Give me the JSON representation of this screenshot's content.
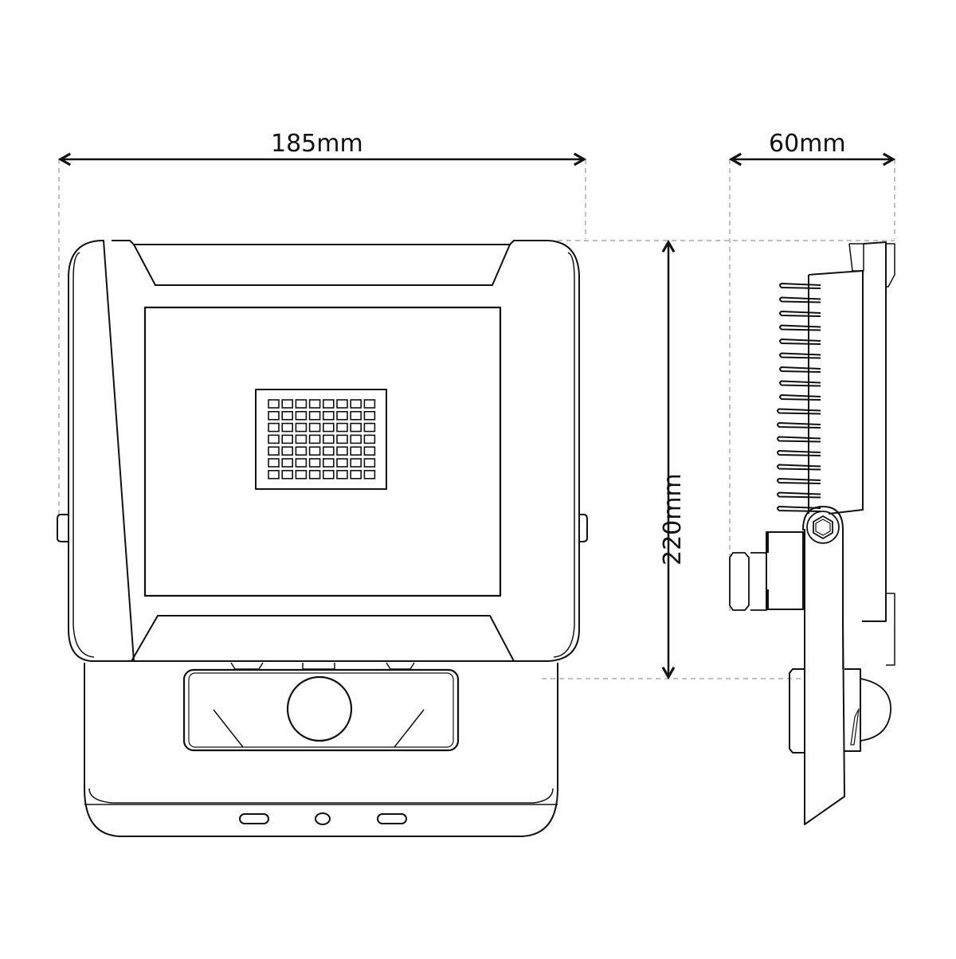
{
  "diagram": {
    "subject": "LED floodlight with PIR motion sensor - dimension drawing",
    "views": [
      {
        "name": "front-view",
        "label": ""
      },
      {
        "name": "side-view",
        "label": ""
      }
    ],
    "dimensions": {
      "width": {
        "value": 185,
        "unit": "mm",
        "label": "185mm",
        "orientation": "horizontal",
        "applies_to": "front-view"
      },
      "depth": {
        "value": 60,
        "unit": "mm",
        "label": "60mm",
        "orientation": "horizontal",
        "applies_to": "side-view"
      },
      "height": {
        "value": 220,
        "unit": "mm",
        "label": "220mm",
        "orientation": "vertical",
        "applies_to": "both"
      }
    },
    "led_array": {
      "rows": 7,
      "columns": 8,
      "count": 56
    },
    "components": {
      "front": [
        "housing",
        "top-bezel",
        "lens-window",
        "led-chip-array",
        "bottom-bezel",
        "side-lugs",
        "pir-sensor-housing",
        "pir-lens",
        "base-slots"
      ],
      "side": [
        "heatsink-fins",
        "front-frame",
        "mounting-bracket",
        "hex-bolt",
        "cable-gland",
        "pir-dome"
      ]
    },
    "colors": {
      "line": "#111111",
      "guide": "#9a9a9a",
      "background": "#ffffff"
    }
  }
}
